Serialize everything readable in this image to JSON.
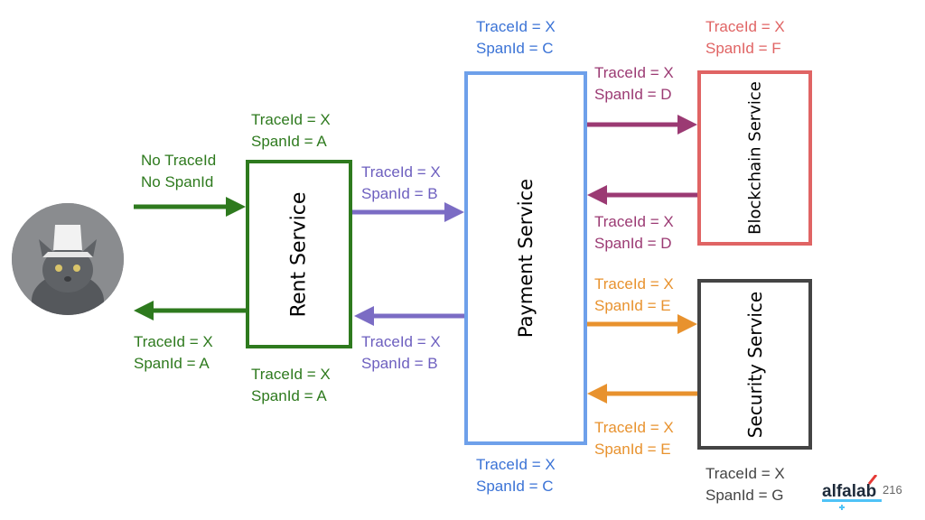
{
  "colors": {
    "rent": "#2e7a1e",
    "payment_in": "#7b6cc4",
    "payment": "#6ea0ea",
    "payment_label": "#3b73d6",
    "blockchain": "#e06464",
    "blockchain_link": "#9b3a73",
    "security": "#e8922e",
    "security_box": "#444444",
    "security_label": "#444444",
    "brand": "#1d2a3a",
    "brand_accent": "#e53935"
  },
  "services": {
    "rent": "Rent Service",
    "payment": "Payment Service",
    "blockchain": "Blockchain Service",
    "security": "Security Service"
  },
  "labels": {
    "client_in": {
      "line1": "No TraceId",
      "line2": "No SpanId"
    },
    "client_out": {
      "line1": "TraceId = X",
      "line2": "SpanId =  A"
    },
    "rent_top": {
      "line1": "TraceId = X",
      "line2": "SpanId =  A"
    },
    "rent_bottom": {
      "line1": "TraceId = X",
      "line2": "SpanId =  A"
    },
    "rent_to_payment": {
      "line1": "TraceId = X",
      "line2": "SpanId =  B"
    },
    "payment_to_rent": {
      "line1": "TraceId = X",
      "line2": "SpanId =  B"
    },
    "payment_top": {
      "line1": "TraceId = X",
      "line2": "SpanId =  C"
    },
    "payment_bottom": {
      "line1": "TraceId = X",
      "line2": "SpanId =  C"
    },
    "payment_to_blockchain": {
      "line1": "TraceId = X",
      "line2": "SpanId =  D"
    },
    "blockchain_to_payment": {
      "line1": "TraceId = X",
      "line2": "SpanId =  D"
    },
    "blockchain_top": {
      "line1": "TraceId = X",
      "line2": "SpanId =  F"
    },
    "payment_to_security": {
      "line1": "TraceId = X",
      "line2": "SpanId =  E"
    },
    "security_to_payment": {
      "line1": "TraceId = X",
      "line2": "SpanId =  E"
    },
    "security_bottom": {
      "line1": "TraceId = X",
      "line2": "SpanId =  G"
    }
  },
  "icons": {
    "avatar": "cat-avatar-icon",
    "logo": "alfalab-logo-icon"
  },
  "brand": {
    "logo_text": "alfalab",
    "page_number": "216"
  }
}
